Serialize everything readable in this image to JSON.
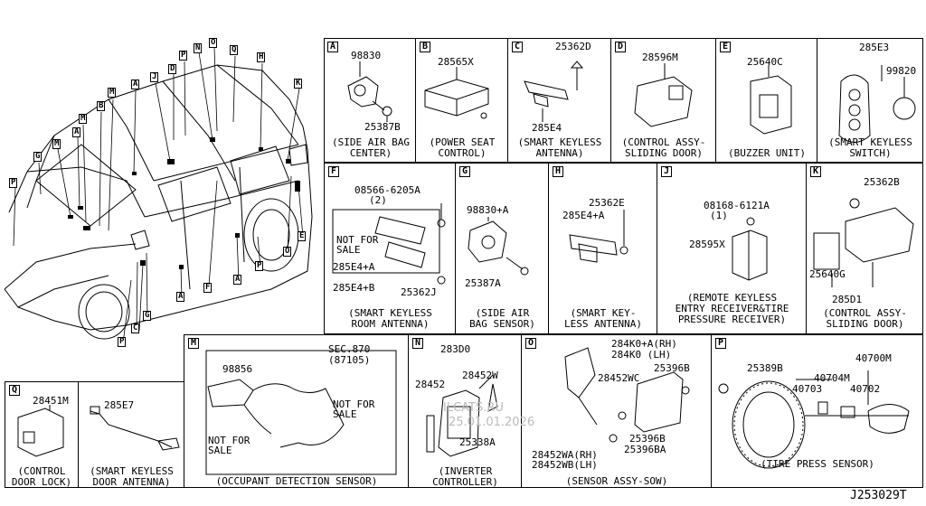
{
  "diagram_code": "J253029T",
  "watermark": {
    "site": "ILCATS.RU",
    "date": "25.01.01.2026"
  },
  "car_labels": [
    "P",
    "G",
    "M",
    "A",
    "M",
    "B",
    "M",
    "A",
    "J",
    "D",
    "P",
    "N",
    "O",
    "Q",
    "H",
    "K",
    "C",
    "G",
    "P",
    "C",
    "A",
    "F",
    "A",
    "P",
    "O",
    "E"
  ],
  "panels": {
    "A": {
      "letter": "A",
      "parts": [
        "98830",
        "25387B"
      ],
      "caption": "(SIDE AIR BAG\nCENTER)"
    },
    "B": {
      "letter": "B",
      "parts": [
        "28565X"
      ],
      "caption": "(POWER SEAT\nCONTROL)"
    },
    "C": {
      "letter": "C",
      "parts": [
        "25362D",
        "285E4"
      ],
      "caption": "(SMART KEYLESS\nANTENNA)"
    },
    "D": {
      "letter": "D",
      "parts": [
        "28596M"
      ],
      "caption": "(CONTROL ASSY-\nSLIDING DOOR)"
    },
    "E": {
      "letter": "E",
      "parts": [
        "25640C"
      ],
      "caption": "(BUZZER UNIT)"
    },
    "E2": {
      "parts": [
        "285E3",
        "99820"
      ],
      "caption": "(SMART KEYLESS\nSWITCH)"
    },
    "F": {
      "letter": "F",
      "parts": [
        "08566-6205A",
        "(2)",
        "NOT FOR\nSALE",
        "285E4+A",
        "285E4+B",
        "25362J"
      ],
      "caption": "(SMART KEYLESS\nROOM ANTENNA)"
    },
    "G": {
      "letter": "G",
      "parts": [
        "98830+A",
        "25387A"
      ],
      "caption": "(SIDE AIR\nBAG SENSOR)"
    },
    "H": {
      "letter": "H",
      "parts": [
        "25362E",
        "285E4+A"
      ],
      "caption": "(SMART KEY-\nLESS ANTENNA)"
    },
    "J": {
      "letter": "J",
      "parts": [
        "08168-6121A",
        "(1)",
        "28595X"
      ],
      "caption": "(REMOTE KEYLESS\nENTRY RECEIVER&TIRE\nPRESSURE RECEIVER)"
    },
    "K": {
      "letter": "K",
      "parts": [
        "25362B",
        "25640G",
        "285D1"
      ],
      "caption": "(CONTROL ASSY-\nSLIDING DOOR)"
    },
    "Q": {
      "letter": "Q",
      "parts": [
        "28451M"
      ],
      "caption": "(CONTROL\nDOOR LOCK)"
    },
    "Q2": {
      "parts": [
        "285E7"
      ],
      "caption": "(SMART KEYLESS\nDOOR ANTENNA)"
    },
    "M": {
      "letter": "M",
      "parts": [
        "98856",
        "SEC.870",
        "(87105)",
        "NOT FOR\nSALE",
        "NOT FOR\nSALE"
      ],
      "caption": "(OCCUPANT DETECTION SENSOR)"
    },
    "N": {
      "letter": "N",
      "parts": [
        "283D0",
        "28452W",
        "28452",
        "25338A"
      ],
      "caption": "(INVERTER\nCONTROLLER)"
    },
    "O": {
      "letter": "O",
      "parts": [
        "284K0+A(RH)",
        "284K0 (LH)",
        "28452WC",
        "25396B",
        "25396B",
        "25396BA",
        "28452WA(RH)",
        "28452WB(LH)"
      ],
      "caption": "(SENSOR ASSY-SOW)"
    },
    "P": {
      "letter": "P",
      "parts": [
        "40700M",
        "25389B",
        "40704M",
        "40703",
        "40702"
      ],
      "caption": "(TIRE PRESS SENSOR)"
    }
  }
}
